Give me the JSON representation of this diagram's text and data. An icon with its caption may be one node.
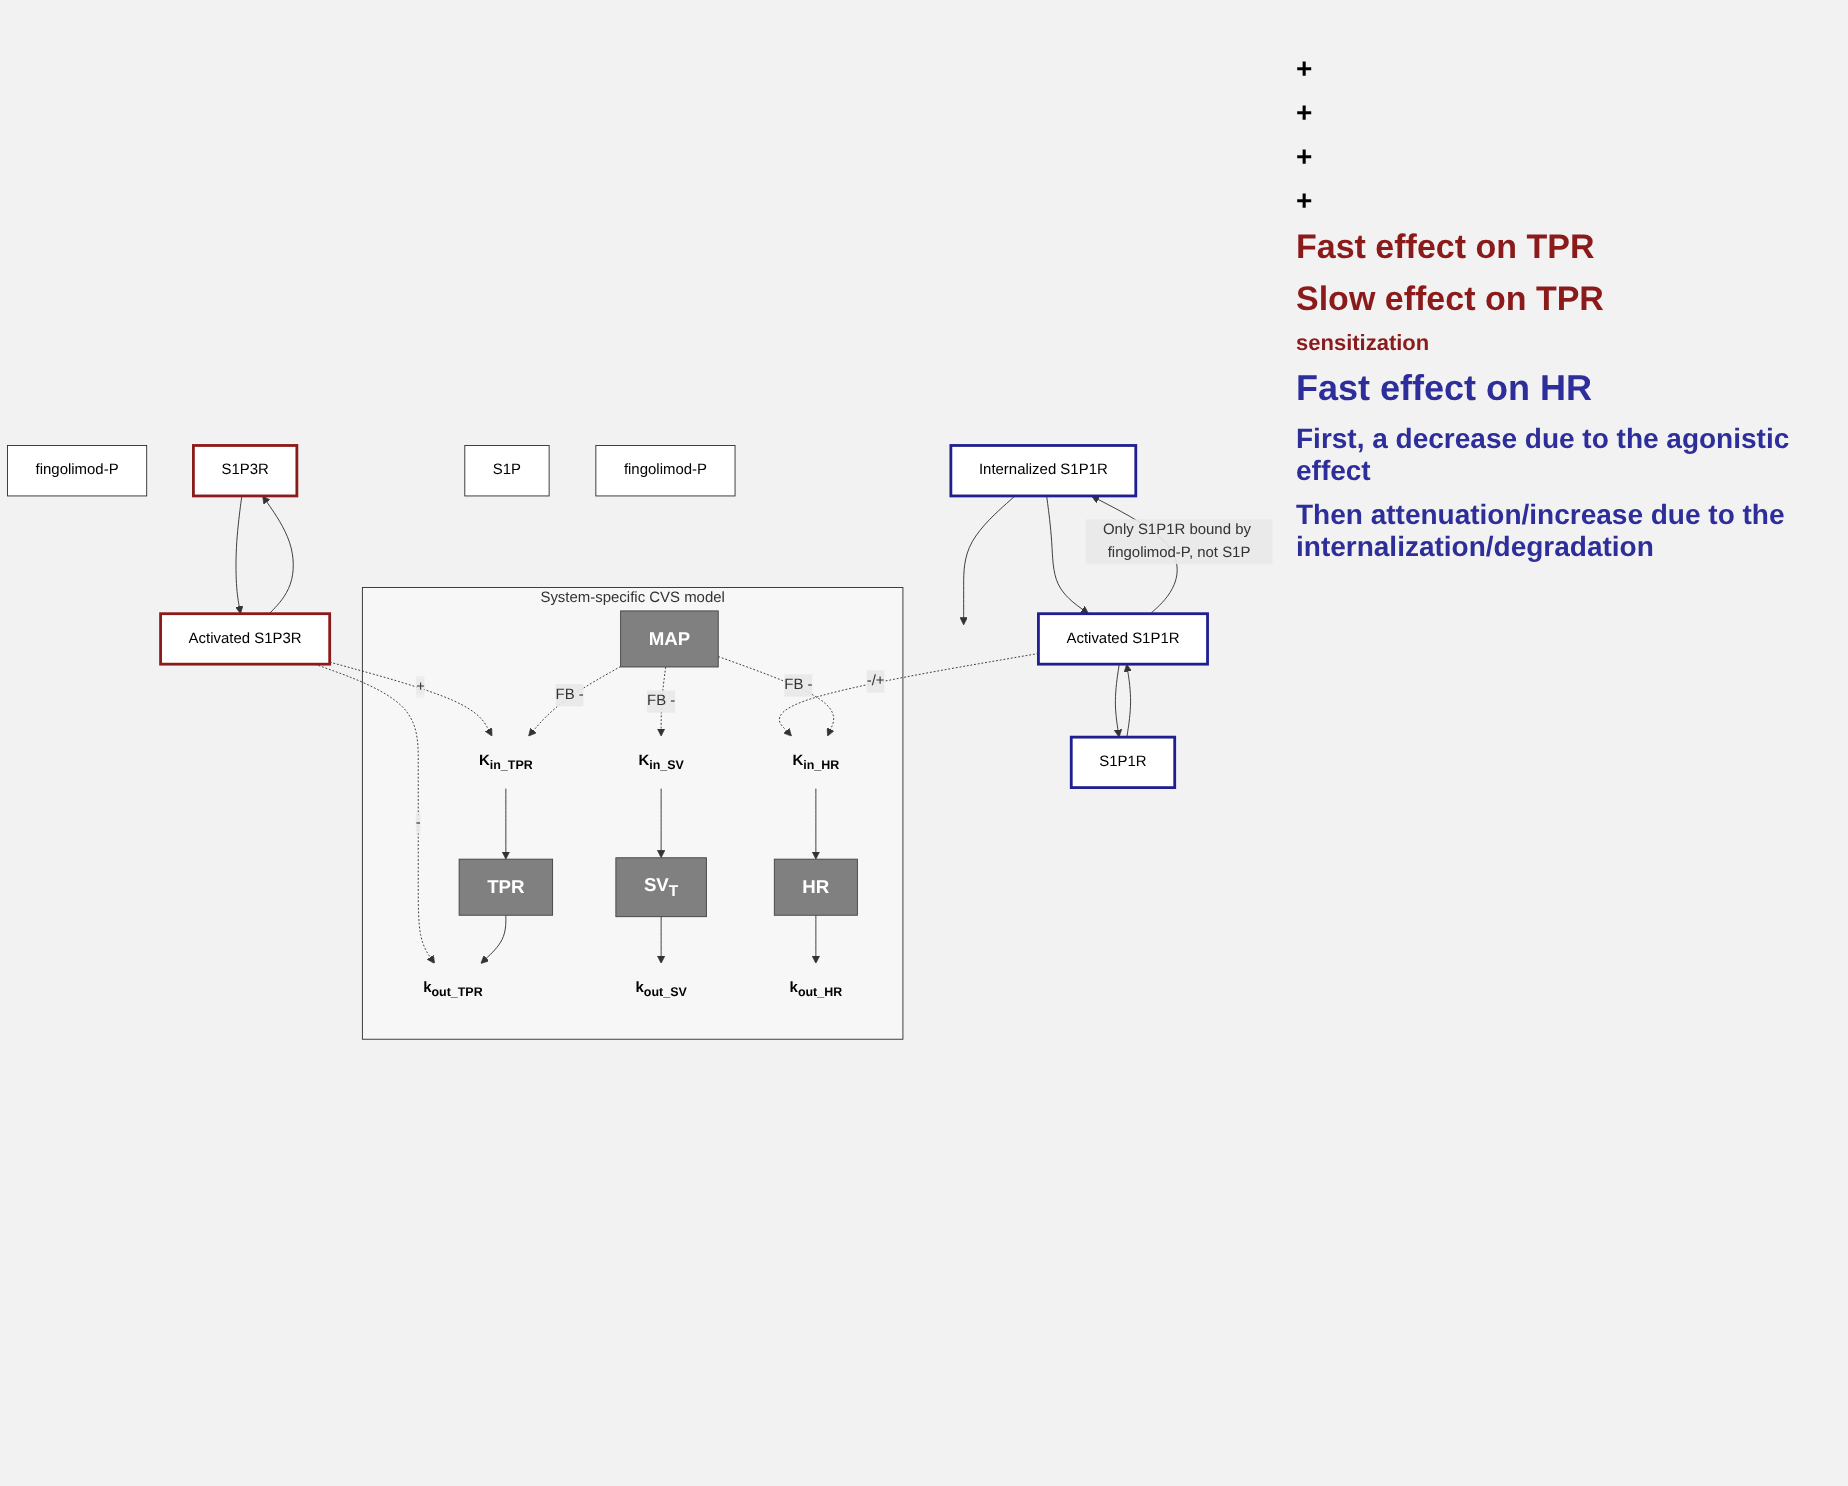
{
  "diagram": {
    "nodes": [
      {
        "text": [
          "fingolimod-P"
        ]
      },
      {
        "text": [
          "Internalized S1P1R"
        ]
      },
      {
        "text": [
          "S1P"
        ]
      },
      {
        "text": [
          "S1P1R"
        ]
      },
      {
        "text": [
          "Activated S1P1R"
        ]
      },
      {
        "text": [
          "fingolimod-P"
        ]
      },
      {
        "text": [
          "S1P3R"
        ]
      },
      {
        "text": [
          "Activated S1P3R"
        ]
      },
      {
        "text": [
          "System-specific CVS model"
        ]
      },
      {
        "text": [
          "TPR"
        ],
        "in": 8
      },
      {
        "text": [
          "MAP"
        ],
        "in": 8
      },
      {
        "text": [
          "SV$_{T}$"
        ],
        "in": 8
      },
      {
        "text": [
          "HR"
        ],
        "in": 8
      },
      {
        "text": [
          "K$_{in_TPR}$"
        ],
        "in": 8
      },
      {
        "text": [
          "k$_{out_TPR}$"
        ],
        "in": 8
      },
      {
        "text": [
          "K$_{in_SV}$"
        ],
        "in": 8
      },
      {
        "text": [
          "k$_{out_SV}$"
        ],
        "in": 8
      },
      {
        "text": [
          "K$_{in_HR}$"
        ],
        "in": 8
      },
      {
        "text": [
          "k$_{out_HR}$"
        ],
        "in": 8
      }
    ],
    "edges": [
      {
        "from": 3,
        "to": 4,
        "arrow": "to"
      },
      {
        "from": 4,
        "to": 3,
        "arrow": "to"
      },
      {
        "from": 1,
        "to": 4,
        "arrow": "to"
      },
      {
        "from": 4,
        "to": 1,
        "arrow": "to",
        "label": "Only S1P1R bound by fingolimod-P, not S1P"
      },
      {
        "from": 1,
        "to": null,
        "arrow": "to"
      },
      {
        "from": 6,
        "to": 7,
        "arrow": "to"
      },
      {
        "from": 7,
        "to": 6,
        "arrow": "to"
      },
      {
        "from": 7,
        "to": 13,
        "arrow": "to",
        "style": "dashed",
        "label": "+"
      },
      {
        "from": 7,
        "to": 14,
        "arrow": "to",
        "style": "dashed",
        "label": "-"
      },
      {
        "from": 4,
        "to": 17,
        "arrow": "to",
        "style": "dashed",
        "label": "-/+"
      },
      {
        "from": 13,
        "to": 9,
        "arrow": "to"
      },
      {
        "from": 9,
        "to": 14,
        "arrow": "to"
      },
      {
        "from": 10,
        "to": 13,
        "arrow": "to",
        "style": "dashed",
        "label": "FB -"
      },
      {
        "from": 10,
        "to": 15,
        "arrow": "to",
        "style": "dashed",
        "label": "FB -"
      },
      {
        "from": 10,
        "to": 17,
        "arrow": "to",
        "style": "dashed",
        "label": "FB -"
      },
      {
        "from": 15,
        "to": 11,
        "arrow": "to"
      },
      {
        "from": 11,
        "to": 16,
        "arrow": "to"
      },
      {
        "from": 17,
        "to": 12,
        "arrow": "to"
      },
      {
        "from": 12,
        "to": 18,
        "arrow": "to"
      }
    ],
    "labels": [
      "+",
      "+",
      "+",
      "+",
      "Fast effect on TPR",
      "Slow effect on TPR",
      "sensitization",
      "Fast effect on HR",
      "First, a decrease due to the agonistic effect",
      "Then attenuation/increase due to the internalization/degradation"
    ]
  }
}
